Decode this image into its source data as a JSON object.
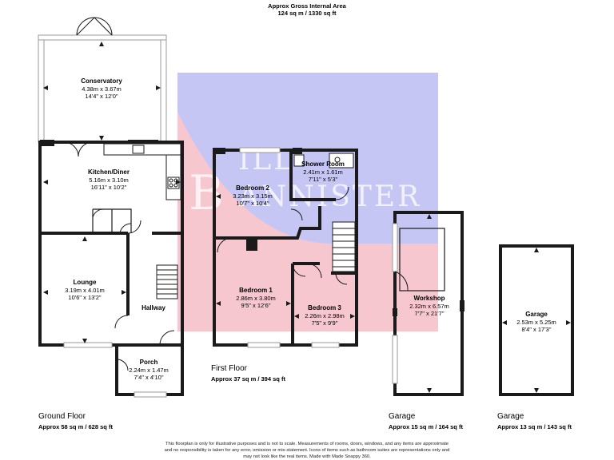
{
  "header": {
    "title": "Approx Gross Internal Area",
    "area": "124 sq m / 1330 sq ft"
  },
  "watermark": {
    "brand_initial": "B",
    "brand_rest_1": "ILL",
    "brand_rest_2": "ANNISTER",
    "colors": {
      "top": "#c6c6f5",
      "bottom": "#f6c7cf"
    }
  },
  "rooms": {
    "conservatory": {
      "name": "Conservatory",
      "metric": "4.38m x 3.67m",
      "imperial": "14'4\" x 12'0\""
    },
    "kitchen": {
      "name": "Kitchen/Diner",
      "metric": "5.16m x 3.10m",
      "imperial": "16'11\" x 10'2\""
    },
    "lounge": {
      "name": "Lounge",
      "metric": "3.19m x 4.01m",
      "imperial": "10'6\" x 13'2\""
    },
    "hallway": {
      "name": "Hallway"
    },
    "porch": {
      "name": "Porch",
      "metric": "2.24m x 1.47m",
      "imperial": "7'4\" x 4'10\""
    },
    "bedroom2": {
      "name": "Bedroom 2",
      "metric": "3.23m x 3.15m",
      "imperial": "10'7\" x 10'4\""
    },
    "shower": {
      "name": "Shower Room",
      "metric": "2.41m x 1.61m",
      "imperial": "7'11\" x 5'3\""
    },
    "bedroom1": {
      "name": "Bedroom 1",
      "metric": "2.86m x 3.80m",
      "imperial": "9'5\" x 12'6\""
    },
    "bedroom3": {
      "name": "Bedroom 3",
      "metric": "2.26m x 2.98m",
      "imperial": "7'5\" x 9'9\""
    },
    "workshop": {
      "name": "Workshop",
      "metric": "2.32m x 6.57m",
      "imperial": "7'7\" x 21'7\""
    },
    "garage": {
      "name": "Garage",
      "metric": "2.53m x 5.25m",
      "imperial": "8'4\" x 17'3\""
    }
  },
  "floors": {
    "ground": {
      "name": "Ground Floor",
      "area": "Approx 58 sq m / 628 sq ft"
    },
    "first": {
      "name": "First Floor",
      "area": "Approx 37 sq m / 394 sq ft"
    },
    "garage_workshop": {
      "name": "Garage",
      "area": "Approx 15 sq m / 164 sq ft"
    },
    "garage": {
      "name": "Garage",
      "area": "Approx 13 sq m / 143 sq ft"
    }
  },
  "disclaimer": {
    "line1": "This floorplan is only for illustrative purposes and is not to scale. Measurements of rooms, doors, windows, and any items are approximate",
    "line2": "and no responsibility is taken for any error, omission or mis-statement. Icons of items such as bathroom suites are representations only and",
    "line3": "may not look like the real items. Made with Made Snappy 360."
  }
}
